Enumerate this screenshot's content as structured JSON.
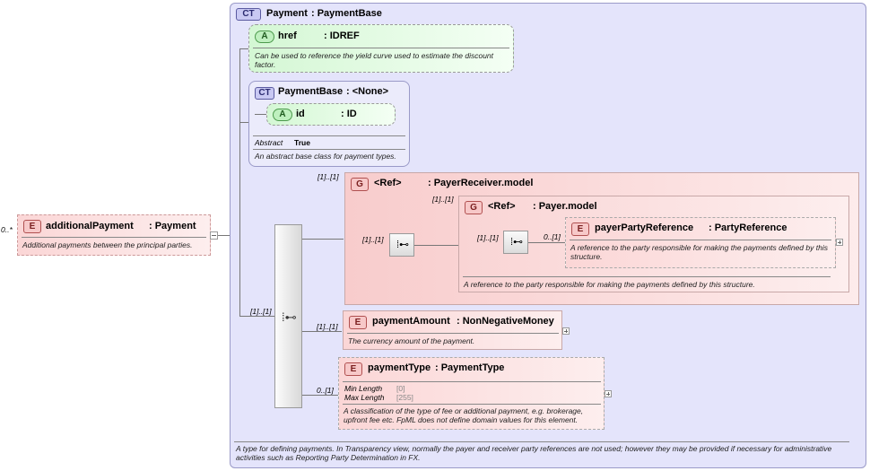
{
  "root": {
    "occurrence": "0..*",
    "badge": "E",
    "name": "additionalPayment",
    "type": ": Payment",
    "doc": "Additional payments between the principal parties."
  },
  "complex": {
    "badge": "CT",
    "name": "Payment",
    "type": ": PaymentBase",
    "doc": "A type for defining payments. In Transparency view, normally the payer and receiver party references are not used; however they may be provided if necessary for administrative activities such as Reporting Party Determination in FX."
  },
  "href_attr": {
    "badge": "A",
    "name": "href",
    "type": ": IDREF",
    "doc": "Can be used to reference the yield curve used to estimate the discount factor."
  },
  "base": {
    "badge": "CT",
    "name": "PaymentBase",
    "type": ": <None>",
    "id_badge": "A",
    "id_name": "id",
    "id_type": ": ID",
    "abstract_label": "Abstract",
    "abstract_value": "True",
    "doc": "An abstract base class for payment types."
  },
  "sequence": {
    "occurrence": "[1]..[1]"
  },
  "payer_receiver": {
    "occurrence": "[1]..[1]",
    "badge": "G",
    "name": "<Ref>",
    "type": ": PayerReceiver.model",
    "seq_occurrence": "[1]..[1]"
  },
  "payer": {
    "occurrence": "[1]..[1]",
    "badge": "G",
    "name": "<Ref>",
    "type": ": Payer.model",
    "seq_occurrence": "[1]..[1]",
    "doc": "A reference to the party responsible for making the payments defined by this structure."
  },
  "payer_party_ref": {
    "occurrence": "0..[1]",
    "badge": "E",
    "name": "payerPartyReference",
    "type": ": PartyReference",
    "doc": "A reference to the party responsible for making the payments defined by this structure."
  },
  "payment_amount": {
    "occurrence": "[1]..[1]",
    "badge": "E",
    "name": "paymentAmount",
    "type": ": NonNegativeMoney",
    "doc": "The currency amount of the payment."
  },
  "payment_type": {
    "occurrence": "0..[1]",
    "badge": "E",
    "name": "paymentType",
    "type": ": PaymentType",
    "min_label": "Min Length",
    "min_value": "[0]",
    "max_label": "Max Length",
    "max_value": "[255]",
    "doc": "A classification of the type of fee or additional payment, e.g. brokerage, upfront fee etc. FpML does not define domain values for this element."
  },
  "colors": {
    "complex_bg": "#e4e4fb",
    "element_bg": "#fde6e6",
    "group_bg": "#fbdede",
    "attr_bg": "#e8fce8"
  }
}
